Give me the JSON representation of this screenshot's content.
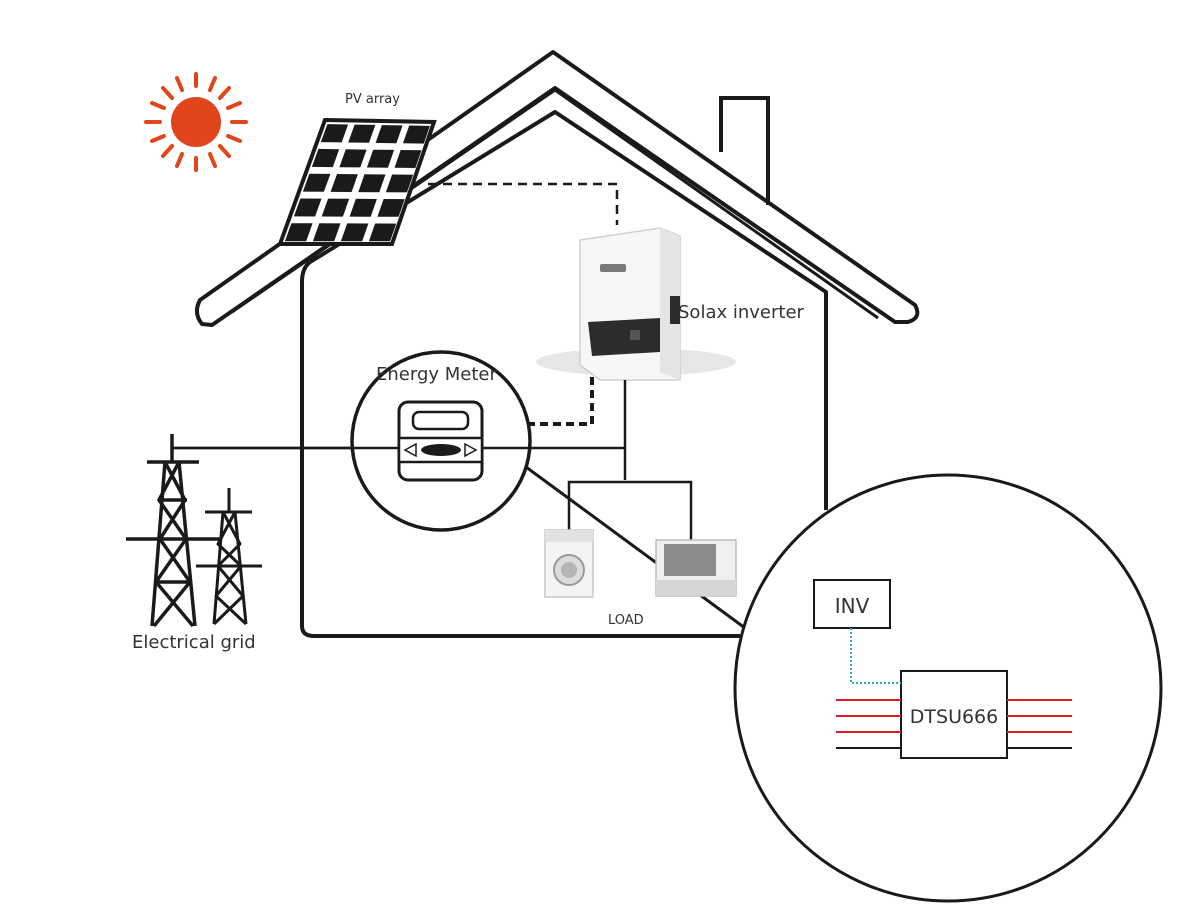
{
  "diagram": {
    "labels": {
      "pv_array": "PV array",
      "inverter": "Solax inverter",
      "energy_meter": "Energy Meter",
      "grid": "Electrical grid",
      "load": "LOAD",
      "inv_box": "INV",
      "meter_model": "DTSU666"
    },
    "colors": {
      "sun": "#e0451b",
      "outline": "#1a1a1a",
      "comm_line": "#2aa8d8",
      "power_line": "#d81e26"
    }
  }
}
